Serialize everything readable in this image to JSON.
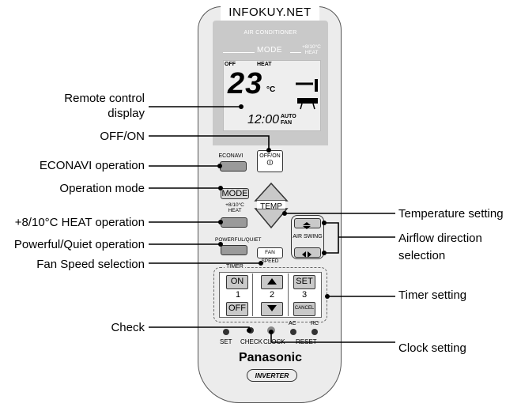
{
  "watermark": "INFOKUY.NET",
  "remote": {
    "screen_title": "AIR CONDITIONER",
    "mode_label": "MODE",
    "heat_tag": "+8/10°C HEAT",
    "lcd": {
      "off": "OFF",
      "heat": "HEAT",
      "temperature": "23",
      "unit": "°C",
      "time": "12:00",
      "auto_fan": "AUTO FAN"
    },
    "buttons": {
      "econavi": "ECONAVI",
      "off_on": "OFF/ON",
      "power_symbol": "⏼",
      "mode": "MODE",
      "heat": "+8/10°C HEAT",
      "temp": "TEMP",
      "powerful_quiet": "POWERFUL/QUIET",
      "air_swing": "AIR SWING",
      "fan_speed": "FAN SPEED"
    },
    "timer": {
      "label": "TIMER",
      "on": "ON",
      "off": "OFF",
      "set": "SET",
      "cancel": "CANCEL",
      "col1": "1",
      "col2": "2",
      "col3": "3"
    },
    "bottom": {
      "set": "SET",
      "check": "CHECK",
      "clock": "CLOCK",
      "ac": "AC",
      "rc": "RC",
      "reset": "RESET"
    },
    "brand": "Panasonic",
    "inverter": "INVERTER"
  },
  "callouts": {
    "remote_display": "Remote control display",
    "off_on": "OFF/ON",
    "econavi": "ECONAVI operation",
    "operation_mode": "Operation mode",
    "heat_op": "+8/10°C HEAT operation",
    "powerful_quiet": "Powerful/Quiet operation",
    "fan_speed": "Fan Speed selection",
    "check": "Check",
    "temperature": "Temperature setting",
    "airflow": "Airflow direction selection",
    "timer": "Timer setting",
    "clock": "Clock setting"
  }
}
